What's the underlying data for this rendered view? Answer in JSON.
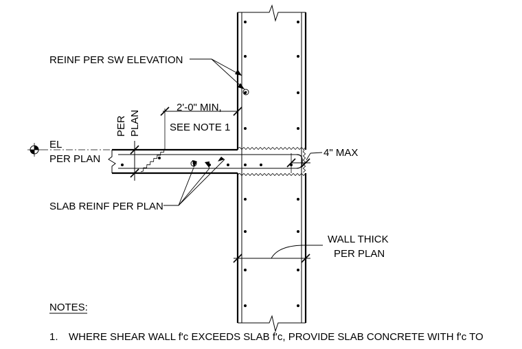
{
  "labels": {
    "reinf_sw": "REINF PER SW ELEVATION",
    "min_length_1": "2'-0\" MIN,",
    "min_length_2": "SEE NOTE 1",
    "per_plan_rot_1": "PER",
    "per_plan_rot_2": "PLAN",
    "el": "EL",
    "el_per_plan": "PER PLAN",
    "max_4in": "4\" MAX",
    "slab_reinf": "SLAB REINF PER PLAN",
    "wall_thick_1": "WALL THICK",
    "wall_thick_2": "PER PLAN"
  },
  "notes": {
    "heading": "NOTES:",
    "items": [
      {
        "num": "1.",
        "text": "WHERE SHEAR WALL f'c EXCEEDS SLAB f'c, PROVIDE SLAB CONCRETE WITH f'c TO"
      }
    ]
  },
  "colors": {
    "line": "#000000",
    "background": "#ffffff"
  }
}
